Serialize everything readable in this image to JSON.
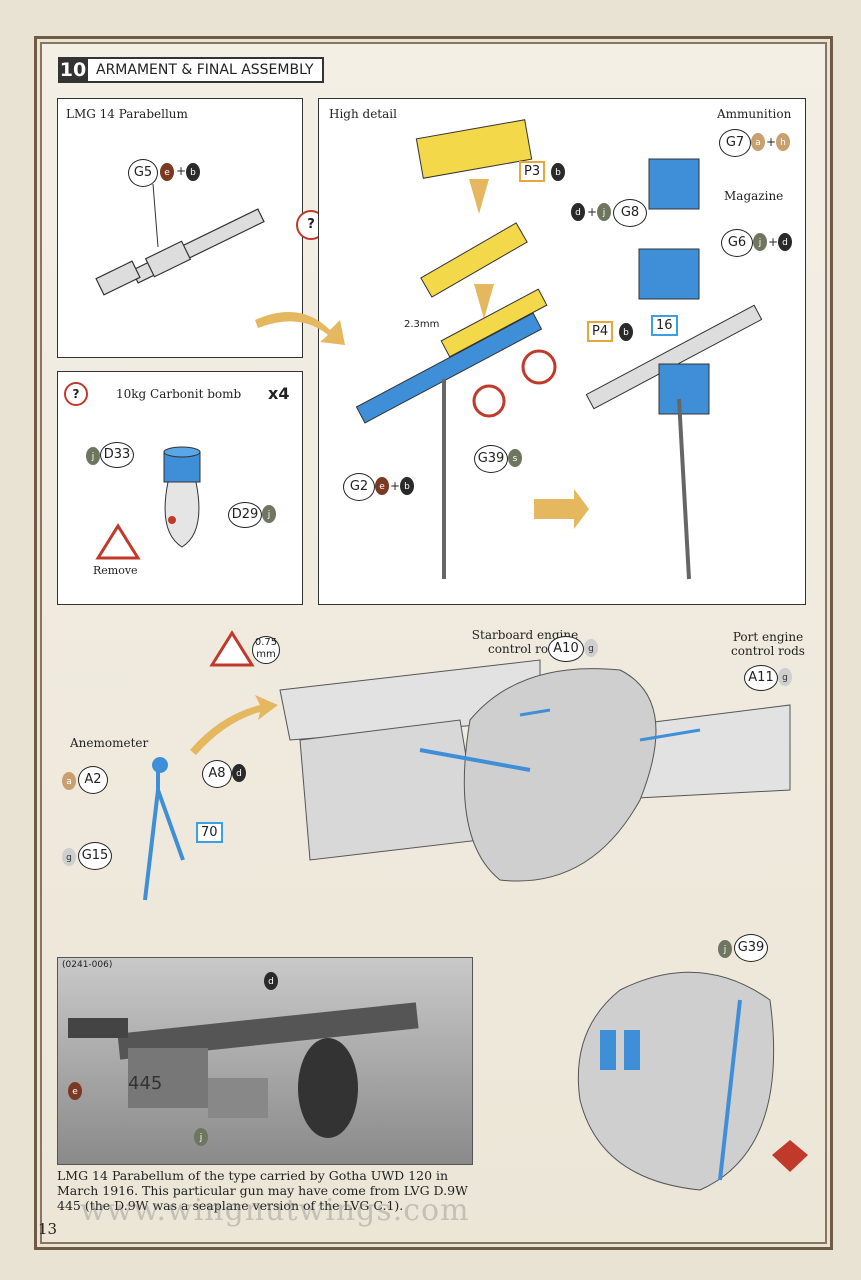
{
  "header": {
    "step_number": "10",
    "title": "ARMAMENT & FINAL ASSEMBLY"
  },
  "panels": {
    "lmg": {
      "title": "LMG 14 Parabellum",
      "part": "G5",
      "paints": [
        "e",
        "b"
      ]
    },
    "bomb": {
      "title": "10kg Carbonit bomb",
      "qty": "x4",
      "parts": [
        {
          "id": "D33",
          "paint": "j"
        },
        {
          "id": "D29",
          "paint": "j"
        }
      ],
      "remove_label": "Remove"
    },
    "high": {
      "title": "High detail",
      "ammo_label": "Ammunition",
      "magazine_label": "Magazine",
      "g7": {
        "id": "G7",
        "paints": [
          "a",
          "h"
        ]
      },
      "g8": {
        "id": "G8",
        "paints": [
          "d",
          "j"
        ]
      },
      "g6": {
        "id": "G6",
        "paints": [
          "j",
          "d"
        ]
      },
      "p3": {
        "id": "P3",
        "paint": "b"
      },
      "p4": {
        "id": "P4",
        "paint": "b"
      },
      "ref16": "16",
      "dim": "2.3mm",
      "g2": {
        "id": "G2",
        "paints": [
          "e",
          "b"
        ]
      },
      "g39": {
        "id": "G39",
        "paint": "s"
      }
    }
  },
  "assembly": {
    "dim": "0.75",
    "dim_unit": "mm",
    "starboard_label": "Starboard engine control rods",
    "port_label": "Port engine control rods",
    "a10": {
      "id": "A10",
      "paint": "g"
    },
    "a11": {
      "id": "A11",
      "paint": "g"
    },
    "anemometer_label": "Anemometer",
    "a2": {
      "id": "A2",
      "paint": "a"
    },
    "a8": {
      "id": "A8",
      "paint": "d"
    },
    "g15": {
      "id": "G15",
      "paint": "g"
    },
    "ref70": "70",
    "g39": {
      "id": "G39",
      "paint": "j"
    }
  },
  "photo": {
    "ref": "(0241-006)",
    "serial": "445",
    "paints": [
      "d",
      "e",
      "j"
    ],
    "caption": "LMG 14 Parabellum of the type carried by Gotha UWD 120 in March 1916. This particular gun may have come from LVG D.9W 445 (the D.9W was a seaplane version of the LVG C.1)."
  },
  "watermark": "www.wingnutwings.com",
  "page_number": "13",
  "colors": {
    "blue": "#3f8fd8",
    "yellow": "#f3d84a",
    "brown": "#7a3a22",
    "black": "#2a2a2a",
    "olive": "#6f7660",
    "tan": "#c8a070",
    "red": "#c0392b",
    "arrow": "#e5b75f"
  }
}
